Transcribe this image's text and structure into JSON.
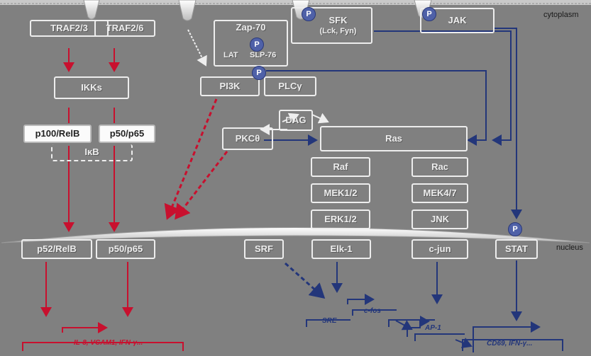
{
  "labels": {
    "cytoplasm": "cytoplasm",
    "nucleus": "nucleus",
    "phospho": "P"
  },
  "nodes": {
    "traf23": "TRAF2/3",
    "traf26": "TRAF2/6",
    "ikks": "IKKs",
    "p100relb": "p100/RelB",
    "p50p65_cyto": "p50/p65",
    "ikb": "IκB",
    "zap70": "Zap-70",
    "lat": "LAT",
    "slp76": "SLP-76",
    "sfk": "SFK",
    "sfk_sub": "(Lck, Fyn)",
    "jak": "JAK",
    "pi3k": "PI3K",
    "plcg": "PLCγ",
    "dag": "DAG",
    "pkc": "PKCθ",
    "ras": "Ras",
    "raf": "Raf",
    "rac": "Rac",
    "mek12": "MEK1/2",
    "mek47": "MEK4/7",
    "erk12": "ERK1/2",
    "jnk": "JNK",
    "p52relb": "p52/RelB",
    "p50p65_nuc": "p50/p65",
    "srf": "SRF",
    "elk1": "Elk-1",
    "cjun": "c-jun",
    "stat": "STAT"
  },
  "genes": {
    "nfkb_targets": "IL-8, VCAM1, IFN-γ...",
    "srf_promoter": "SRE",
    "cfos": "c-fos",
    "ap1": "AP-1",
    "cd69_targets": "CD69, IFN-γ..."
  },
  "colors": {
    "background": "#808080",
    "box": "#ededed",
    "nfkb_pathway": "#c8102e",
    "mapk_pathway": "#23367a",
    "phospho": "#4f61a8"
  }
}
